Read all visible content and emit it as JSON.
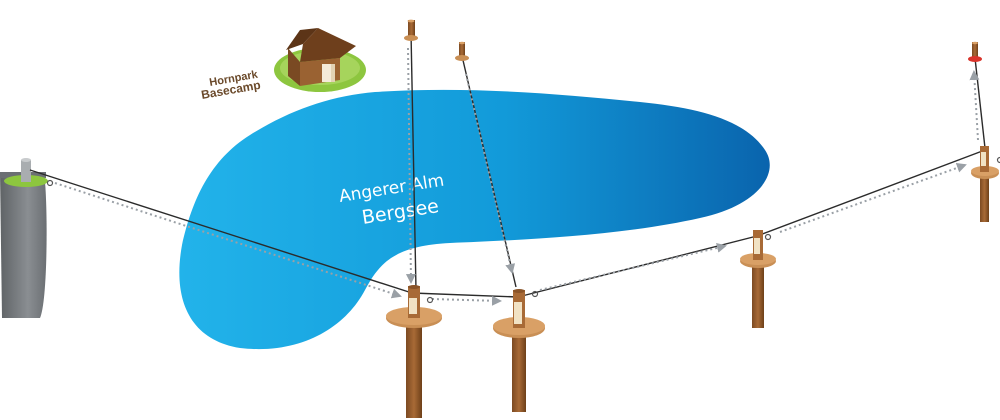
{
  "basecamp": {
    "line1": "Hornpark",
    "line2": "Basecamp"
  },
  "lake": {
    "line1": "Angerer Alm",
    "line2": "Bergsee"
  },
  "colors": {
    "lake_light": "#22b3ea",
    "lake_dark": "#0a64ad",
    "pole_wood": "#a86a36",
    "pole_dark": "#7c4a22",
    "platform": "#c98f55",
    "grass": "#8dc63f",
    "cable": "#2b2b2b",
    "path_arrow": "#9aa0a6",
    "start_tower": "#7d8185",
    "end_marker": "#d9342b"
  },
  "icons": [
    "hut-icon",
    "pole-icon",
    "tower-icon",
    "cable-icon",
    "arrow-icon"
  ]
}
